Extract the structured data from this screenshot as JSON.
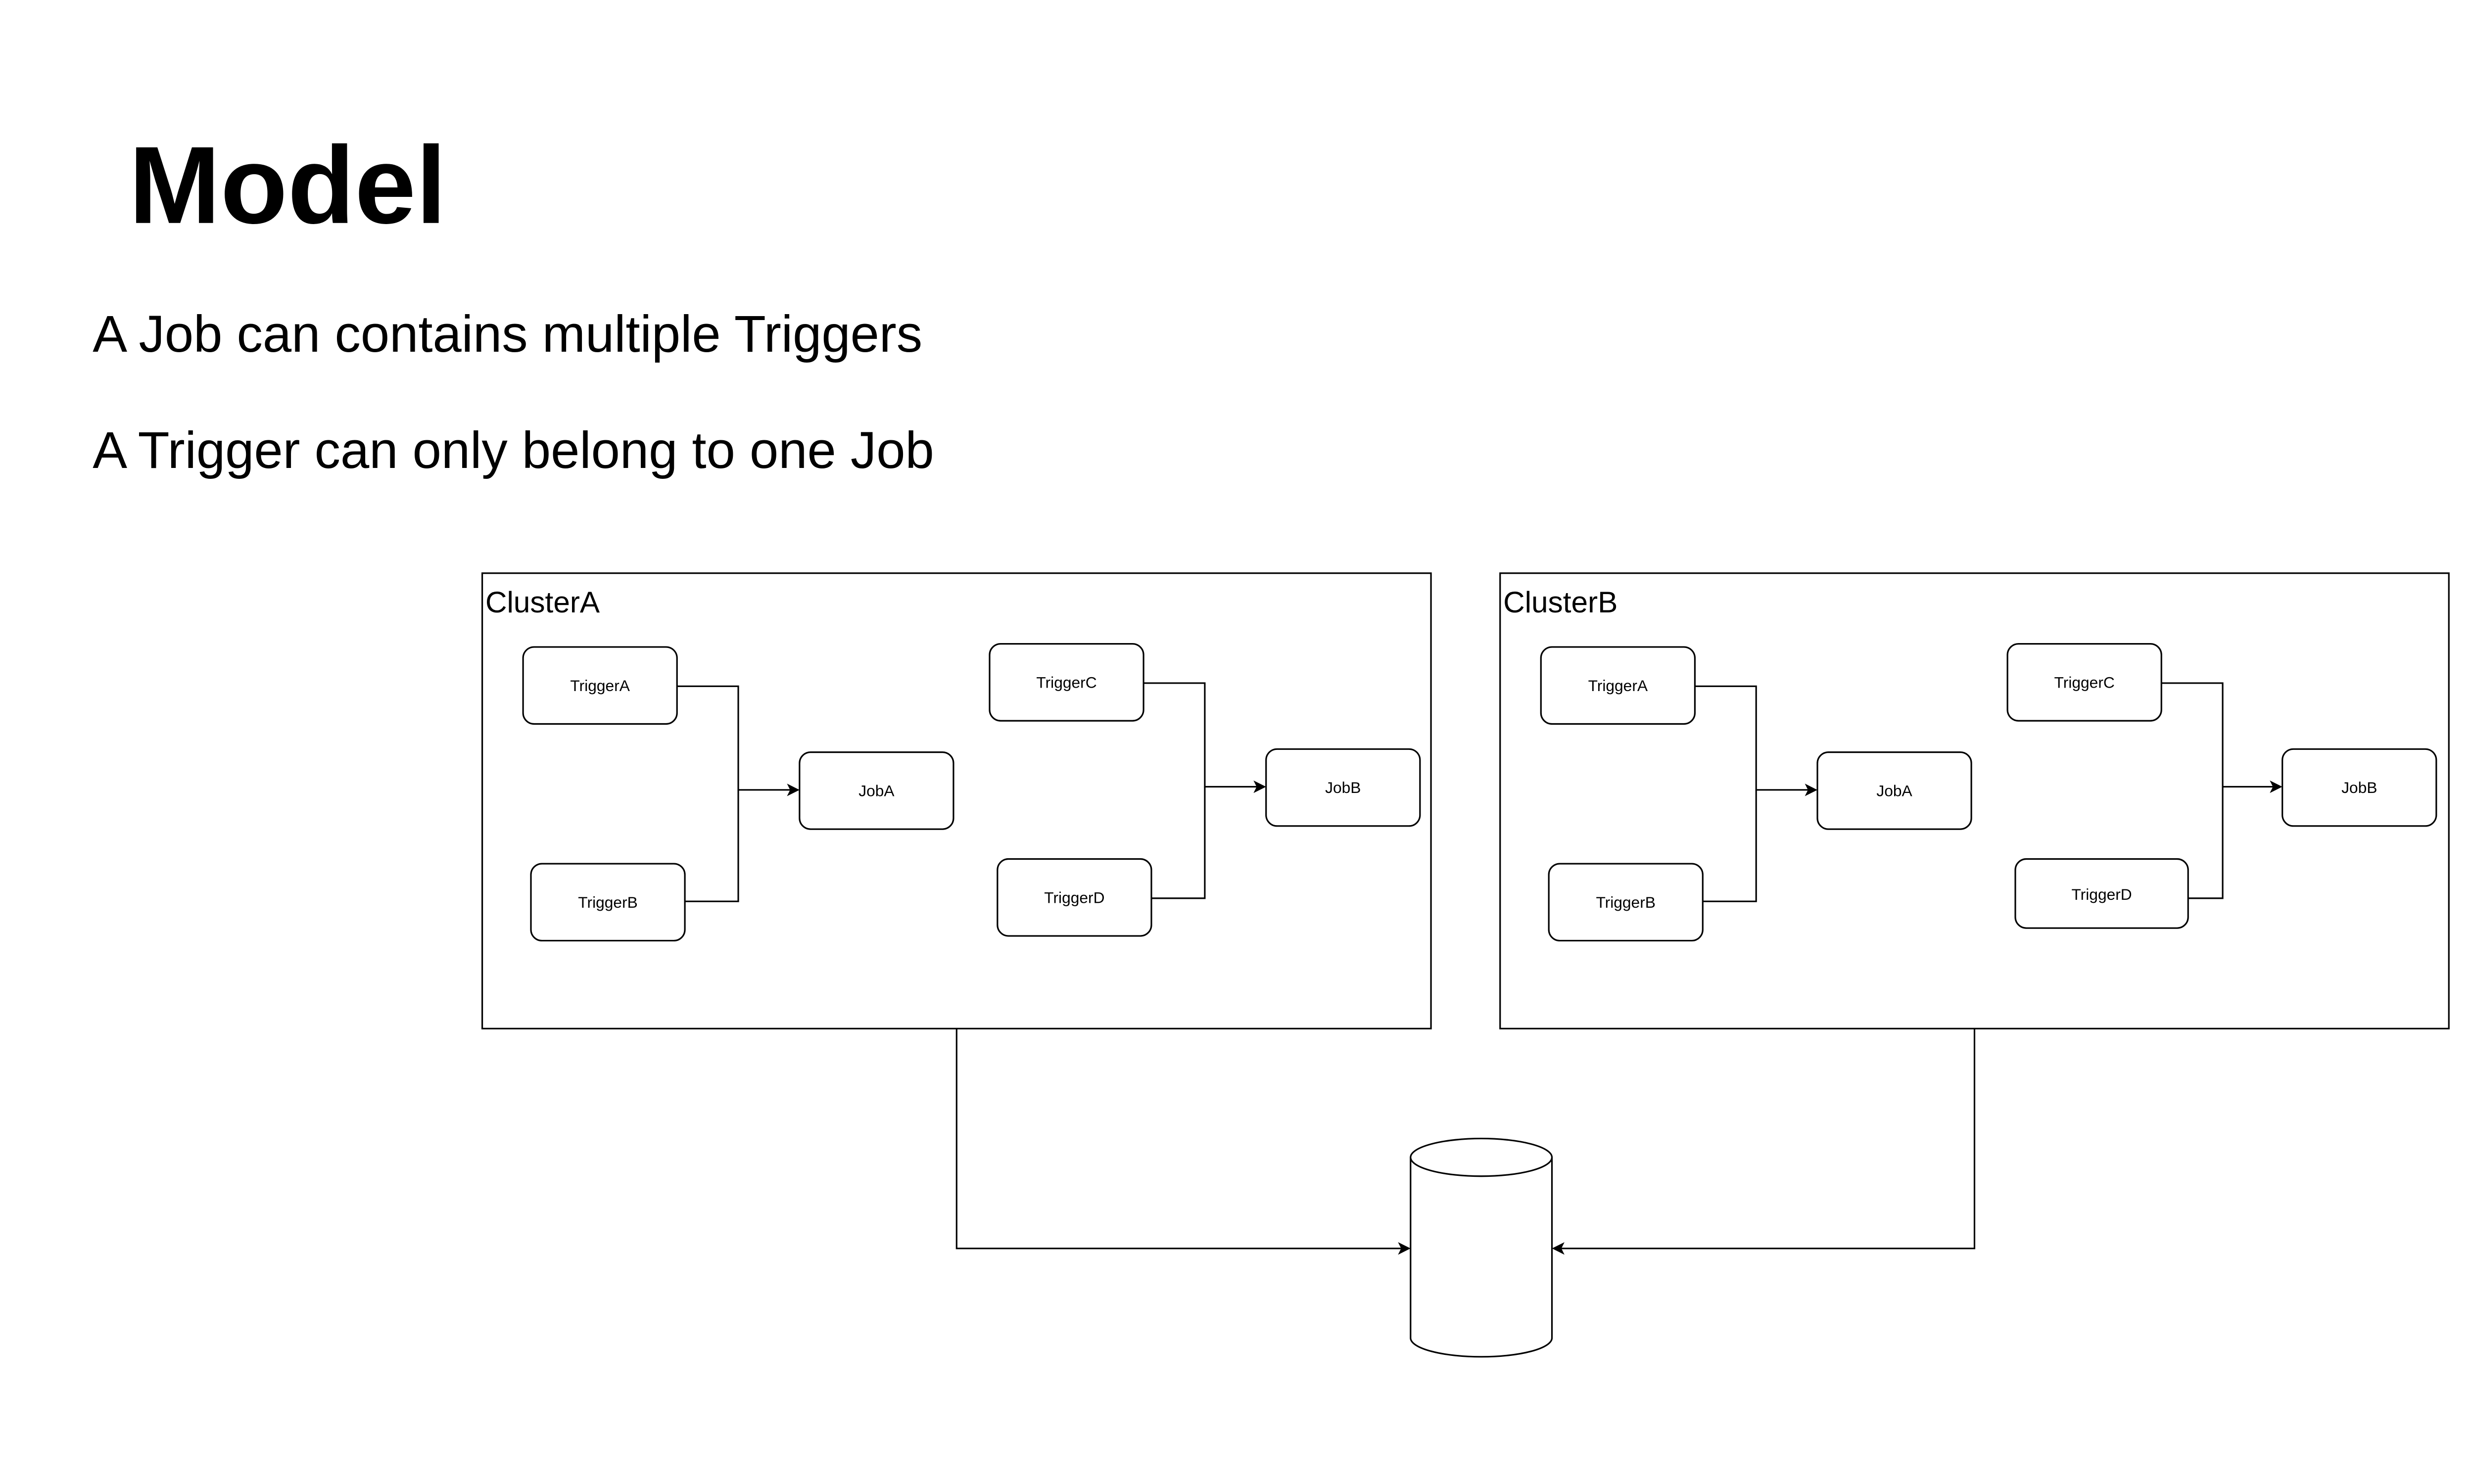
{
  "title": "Model",
  "bullets": [
    "A Job can contains multiple Triggers",
    "A Trigger can only belong to one Job"
  ],
  "clusters": [
    {
      "label": "ClusterA",
      "nodes": {
        "triggerA": "TriggerA",
        "triggerB": "TriggerB",
        "jobA": "JobA",
        "triggerC": "TriggerC",
        "triggerD": "TriggerD",
        "jobB": "JobB"
      }
    },
    {
      "label": "ClusterB",
      "nodes": {
        "triggerA": "TriggerA",
        "triggerB": "TriggerB",
        "jobA": "JobA",
        "triggerC": "TriggerC",
        "triggerD": "TriggerD",
        "jobB": "JobB"
      }
    }
  ],
  "database": {
    "shape": "cylinder"
  }
}
